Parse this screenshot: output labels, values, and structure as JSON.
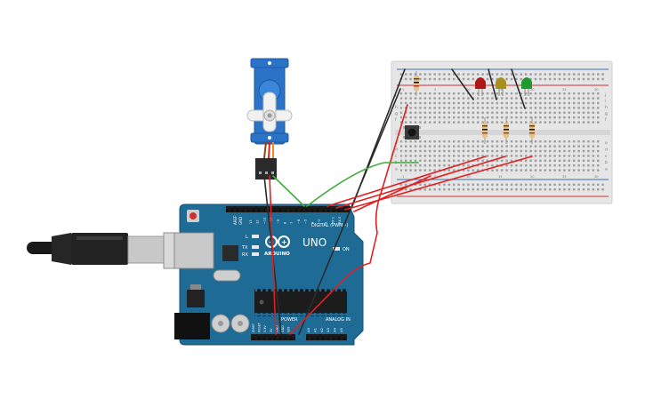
{
  "arduino": {
    "logo_text": "UNO",
    "brand_text": "ARDUINO",
    "digital_header": "DIGITAL (PWM~)",
    "analog_header": "ANALOG IN",
    "power_header": "POWER",
    "aref_label": "AREF",
    "gnd_label": "GND",
    "led_l": "L",
    "led_tx": "TX",
    "led_rx": "RX",
    "led_on": "ON",
    "digital_pins": [
      "13",
      "12",
      "~11",
      "~10",
      "~9",
      "8",
      "7",
      "~6",
      "~5",
      "4",
      "~3",
      "2",
      "TX 1",
      "RX 0"
    ],
    "analog_pins": [
      "A0",
      "A1",
      "A2",
      "A3",
      "A4",
      "A5"
    ],
    "power_pins": [
      "IOREF",
      "RESET",
      "3.3V",
      "5V",
      "GND",
      "GND",
      "VIN"
    ]
  },
  "breadboard": {
    "row_letters_left": [
      "j",
      "i",
      "h",
      "g",
      "f",
      "e",
      "d",
      "c",
      "b",
      "a"
    ],
    "row_letters_right": [
      "j",
      "i",
      "h",
      "g",
      "f",
      "e",
      "d",
      "c",
      "b",
      "a"
    ],
    "column_numbers": [
      "1",
      "5",
      "10",
      "15",
      "20",
      "25",
      "30"
    ]
  },
  "colors": {
    "board": "#1e6b96",
    "wire_red": "#e02020",
    "wire_black": "#2b2b2b",
    "wire_green": "#3fae3a",
    "led_red": "#b01818",
    "led_yellow": "#a8901c",
    "led_green": "#1f9a2e",
    "servo": "#2a73c7"
  }
}
